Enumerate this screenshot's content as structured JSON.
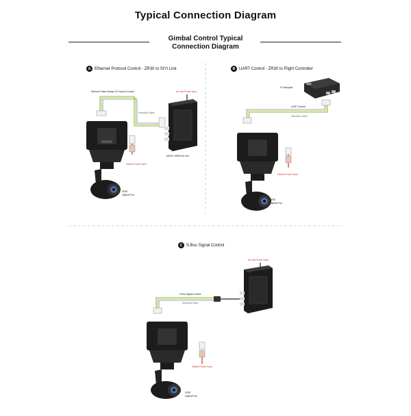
{
  "page": {
    "title": "Typical Connection Diagram",
    "subtitle_line1": "Gimbal Control Typical",
    "subtitle_line2": "Connection Diagram"
  },
  "section_a": {
    "badge": "A",
    "title": "Ethernet Protocol Control - ZR30 to SIYI Link",
    "ethernet_label": "Ethernet Video Stream & Protocol Control",
    "air_unit_power": "Air Unit Power Input",
    "standard_cable": "Standard Cable",
    "air_unit_name": "MK15 / HM30 Air Unit",
    "gimbal_power": "Gimbal Power Input",
    "camera_name": "ZR30",
    "camera_sub": "Optical Pod"
  },
  "section_b": {
    "badge": "B",
    "title": "UART Control - ZR30 to Flight Controller",
    "autopilot": "H7 Autopilot",
    "autopilot_brand": "ARK",
    "uart_label": "UART Control",
    "standard_cable": "Standard Cable",
    "gimbal_power": "Gimbal Power Input",
    "camera_name": "ZR30",
    "camera_sub": "Optical Pod"
  },
  "section_c": {
    "badge": "C",
    "title": "S.Bus Signal Control",
    "air_unit_power": "Air Unit Power Input",
    "sbus_label": "S.Bus Signal Control",
    "standard_cable": "Standard Cable",
    "gimbal_power": "Gimbal Power Input",
    "camera_name": "ZR30",
    "camera_sub": "Optical Pod"
  },
  "colors": {
    "wire_green": "#7fbf4f",
    "wire_yellow": "#e6c33a",
    "wire_blue": "#7fb0d8",
    "wire_red": "#d03030",
    "device": "#1c1c1c"
  }
}
